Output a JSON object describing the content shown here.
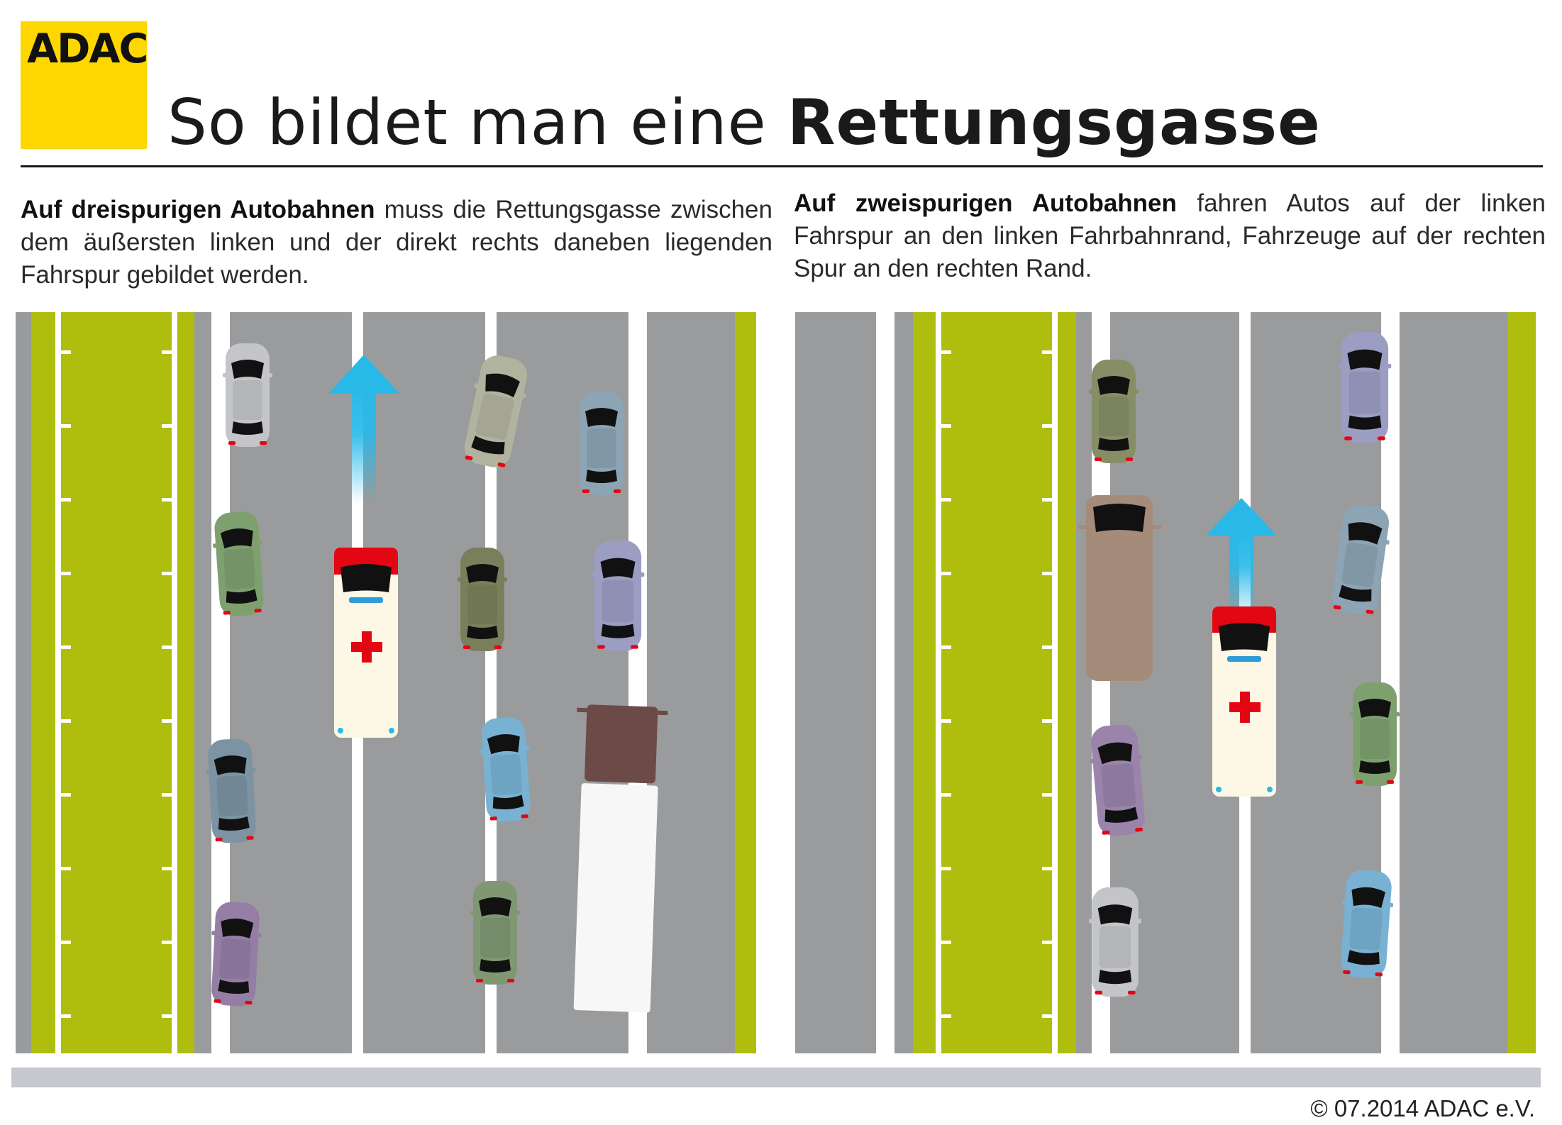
{
  "logo": {
    "text": "ADAC",
    "color": "#ffd700"
  },
  "title": {
    "light": "So bildet man eine ",
    "bold": "Rettungsgasse"
  },
  "left_panel": {
    "bold": "Auf dreispurigen Autobahnen",
    "text": " muss die Rettungsgasse zwischen dem äußersten linken und der direkt rechts daneben liegenden Fahrspur gebildet werden."
  },
  "right_panel": {
    "bold": "Auf zweispurigen Autobahnen",
    "text": " fahren Autos auf der linken Fahrspur an den linken Fahrbahnrand, Fahrzeuge auf der rechten Spur an den rechten Rand."
  },
  "colors": {
    "road": "#9a9b9d",
    "median_green": "#afbd0e",
    "lane_marking": "#ffffff",
    "ambulance_red": "#e30613",
    "arrow_cyan": "#29b9e8"
  },
  "icons": [
    "ambulance-icon",
    "car-icon",
    "truck-icon",
    "direction-arrow-icon",
    "red-cross-icon"
  ],
  "copyright": "© 07.2014  ADAC e.V."
}
